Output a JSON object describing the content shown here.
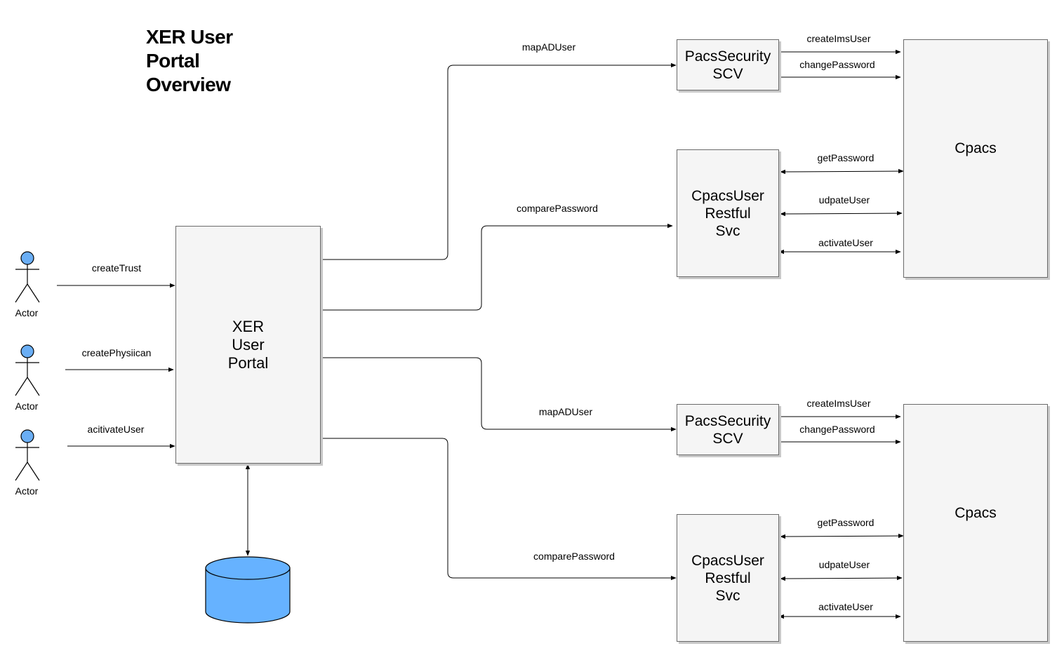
{
  "title": {
    "line1": "XER User",
    "line2": "Portal",
    "line3": "Overview"
  },
  "actors": [
    {
      "label": "Actor",
      "action": "createTrust"
    },
    {
      "label": "Actor",
      "action": "createPhysiican"
    },
    {
      "label": "Actor",
      "action": "acitivateUser"
    }
  ],
  "portal": {
    "line1": "XER",
    "line2": "User",
    "line3": "Portal"
  },
  "groups": [
    {
      "pacs_security": {
        "line1": "PacsSecurity",
        "line2": "SCV"
      },
      "cpacs_user": {
        "line1": "CpacsUser",
        "line2": "Restful",
        "line3": "Svc"
      },
      "cpacs": "Cpacs",
      "map_label": "mapADUser",
      "compare_label": "comparePassword",
      "create_ims_label": "createImsUser",
      "change_password_label": "changePassword",
      "get_password_label": "getPassword",
      "update_user_label": "udpateUser",
      "activate_user_label": "activateUser"
    },
    {
      "pacs_security": {
        "line1": "PacsSecurity",
        "line2": "SCV"
      },
      "cpacs_user": {
        "line1": "CpacsUser",
        "line2": "Restful",
        "line3": "Svc"
      },
      "cpacs": "Cpacs",
      "map_label": "mapADUser",
      "compare_label": "comparePassword",
      "create_ims_label": "createImsUser",
      "change_password_label": "changePassword",
      "get_password_label": "getPassword",
      "update_user_label": "udpateUser",
      "activate_user_label": "activateUser"
    }
  ],
  "colors": {
    "actor_fill": "#6aaef5",
    "database_fill": "#66b2ff",
    "box_fill": "#f5f5f5",
    "line": "#000000"
  }
}
